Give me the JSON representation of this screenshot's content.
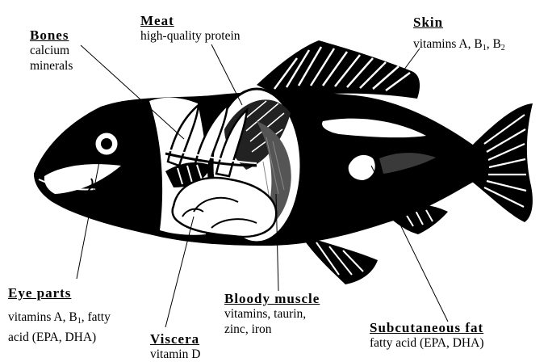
{
  "labels": {
    "bones": {
      "title": "Bones",
      "lines": [
        "calcium",
        "minerals"
      ]
    },
    "meat": {
      "title": "Meat",
      "lines": [
        "high-quality protein"
      ]
    },
    "skin": {
      "title": "Skin",
      "desc_pre": "vitamins A, B",
      "sub1": "1",
      "desc_mid": ", B",
      "sub2": "2"
    },
    "eye_parts": {
      "title": "Eye parts",
      "line1_pre": "vitamins A, B",
      "line1_sub": "1",
      "line1_post": ", fatty",
      "line2": "acid (EPA, DHA)"
    },
    "viscera": {
      "title": "Viscera",
      "lines": [
        "vitamin D"
      ]
    },
    "bloody_muscle": {
      "title": "Bloody muscle",
      "lines": [
        "vitamins, taurin,",
        "zinc, iron"
      ]
    },
    "subcutaneous_fat": {
      "title": "Subcutaneous fat",
      "lines": [
        "fatty acid (EPA, DHA)"
      ]
    }
  }
}
